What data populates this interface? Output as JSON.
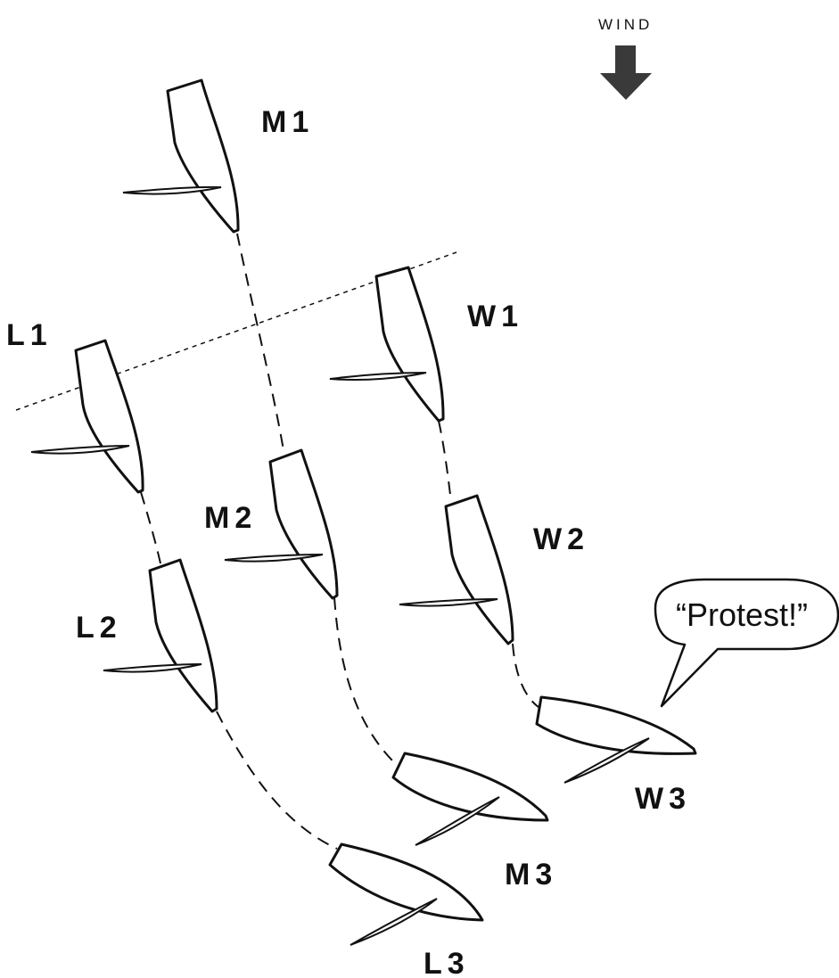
{
  "wind": {
    "label": "WIND",
    "arrow_icon": "down-arrow-icon"
  },
  "boats": {
    "M1": "M1",
    "M2": "M2",
    "M3": "M3",
    "L1": "L1",
    "L2": "L2",
    "L3": "L3",
    "W1": "W1",
    "W2": "W2",
    "W3": "W3"
  },
  "speech_bubble": {
    "text": "“Protest!”"
  },
  "colors": {
    "ink": "#111111",
    "arrow": "#3a3a3a",
    "background": "#ffffff"
  }
}
